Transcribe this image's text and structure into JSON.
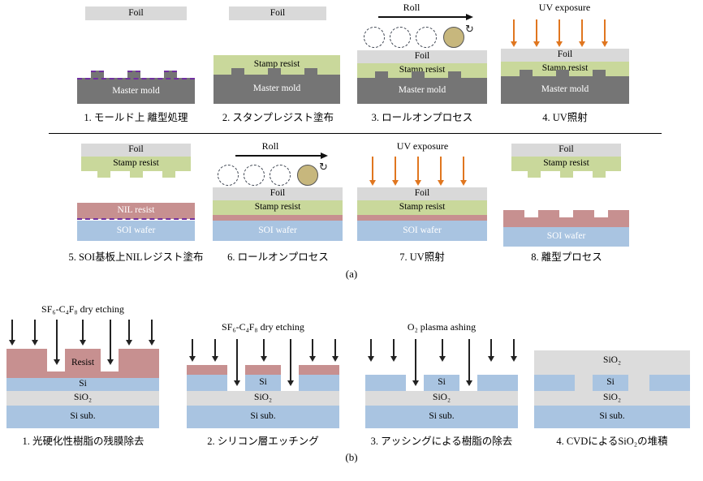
{
  "colors": {
    "foil": "#d9d9d9",
    "mold": "#757575",
    "green": "#c9d89b",
    "pink": "#c79090",
    "blue": "#a9c4e1",
    "gray": "#dcdcdc",
    "uv": "#e0761f",
    "roller": "#c7b77d",
    "purple": "#7030a0"
  },
  "labels": {
    "foil": "Foil",
    "stamp_resist": "Stamp resist",
    "master_mold": "Master mold",
    "nil_resist": "NIL resist",
    "soi_wafer": "SOI wafer",
    "roll": "Roll",
    "uv_exposure": "UV exposure",
    "resist": "Resist",
    "si": "Si",
    "sio2": "SiO₂",
    "si_sub": "Si sub.",
    "sf6_etch": "SF₆-C₄F₈ dry etching",
    "o2_ashing": "O₂ plasma ashing"
  },
  "captions": {
    "a1": "1. モールド上 離型処理",
    "a2": "2. スタンプレジスト塗布",
    "a3": "3. ロールオンプロセス",
    "a4": "4. UV照射",
    "a5": "5. SOI基板上NILレジスト塗布",
    "a6": "6. ロールオンプロセス",
    "a7": "7. UV照射",
    "a8": "8. 離型プロセス",
    "b1": "1. 光硬化性樹脂の残膜除去",
    "b2": "2. シリコン層エッチング",
    "b3": "3. アッシングによる樹脂の除去",
    "b4": "4. CVDによるSiO₂の堆積",
    "panel_a": "(a)",
    "panel_b": "(b)"
  }
}
